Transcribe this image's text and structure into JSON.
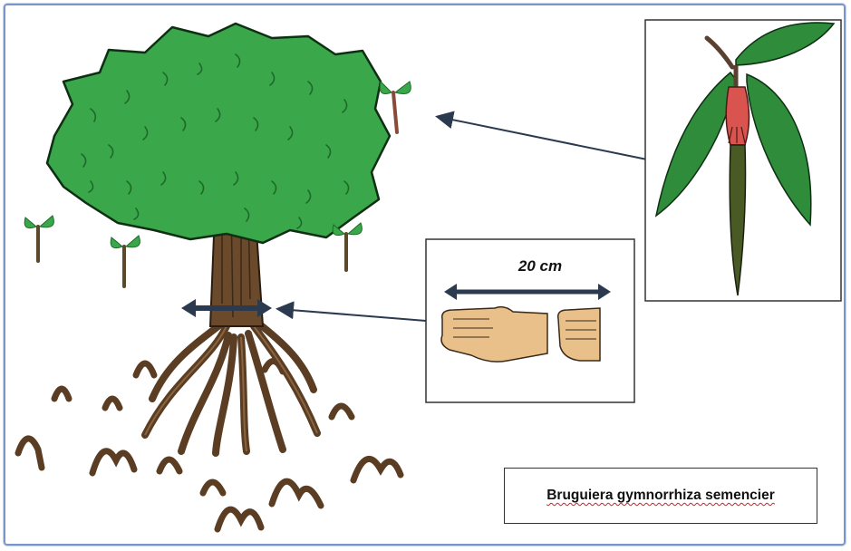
{
  "diagram": {
    "species_caption": "Bruguiera gymnorrhiza semencier",
    "measurement_label": "20 cm"
  },
  "colors": {
    "foliage": "#3aa84a",
    "foliage_dark": "#1c6a28",
    "trunk": "#6b4a2b",
    "root": "#5a3d22",
    "leaf_inset": "#2f8c3a",
    "flower": "#d9534f",
    "propagule": "#4a5a24",
    "arrow": "#2b3a4e",
    "frame": "#7a96c8"
  },
  "icons": [
    "mangrove-tree-illustration",
    "propagule-leaf-inset",
    "hand-width-icon",
    "hand-width-icon-partial",
    "double-arrow-icon",
    "pointer-arrow-icon"
  ]
}
